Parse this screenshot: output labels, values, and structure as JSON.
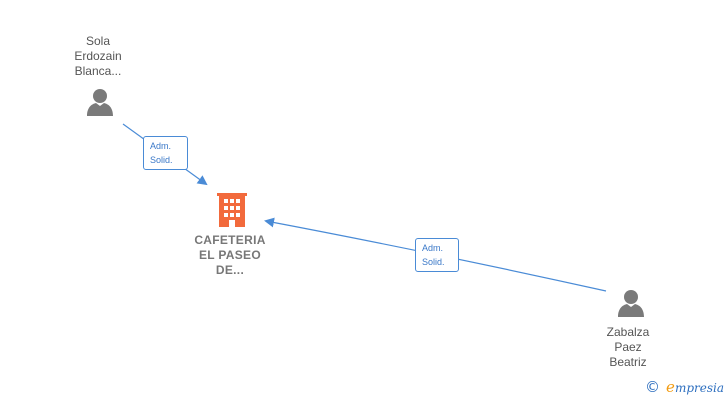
{
  "nodes": {
    "person_top": {
      "lines": [
        "Sola",
        "Erdozain",
        "Blanca..."
      ],
      "icon": "person-icon"
    },
    "company": {
      "lines": [
        "CAFETERIA",
        "EL PASEO",
        "DE..."
      ],
      "icon": "building-icon"
    },
    "person_right": {
      "lines": [
        "Zabalza",
        "Paez",
        "Beatriz"
      ],
      "icon": "person-icon"
    }
  },
  "edges": [
    {
      "from": "person_top",
      "to": "company",
      "label_lines": [
        "Adm.",
        "Solid."
      ]
    },
    {
      "from": "person_right",
      "to": "company",
      "label_lines": [
        "Adm.",
        "Solid."
      ]
    }
  ],
  "colors": {
    "edge": "#4a8bd6",
    "person_icon": "#7a7a7a",
    "company_icon": "#f26a3c"
  },
  "brand": {
    "copyright": "©",
    "name_initial": "e",
    "name_rest": "mpresia"
  }
}
